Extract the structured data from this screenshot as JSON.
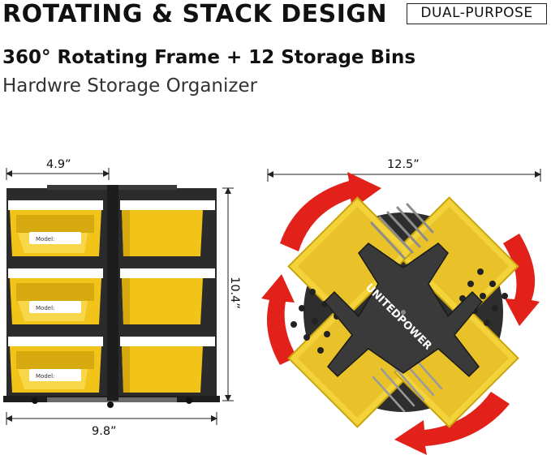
{
  "header": {
    "title": "ROTATING & STACK DESIGN",
    "badge": "DUAL-PURPOSE",
    "subtitle": "360° Rotating Frame + 12 Storage Bins",
    "subline": "Hardwre Storage Organizer"
  },
  "left_product": {
    "bin_width": "4.9”",
    "height": "10.4”",
    "width": "9.8”",
    "bin_label": "Model:",
    "colors": {
      "frame": "#2b2b2b",
      "bin": "#f2c318",
      "label_strip": "#ffffff"
    }
  },
  "right_product": {
    "diameter": "12.5”",
    "brand": "UNITEDPOWER",
    "colors": {
      "base": "#2e2e2e",
      "tray": "#f4d23a",
      "arrow": "#e2211b"
    }
  }
}
